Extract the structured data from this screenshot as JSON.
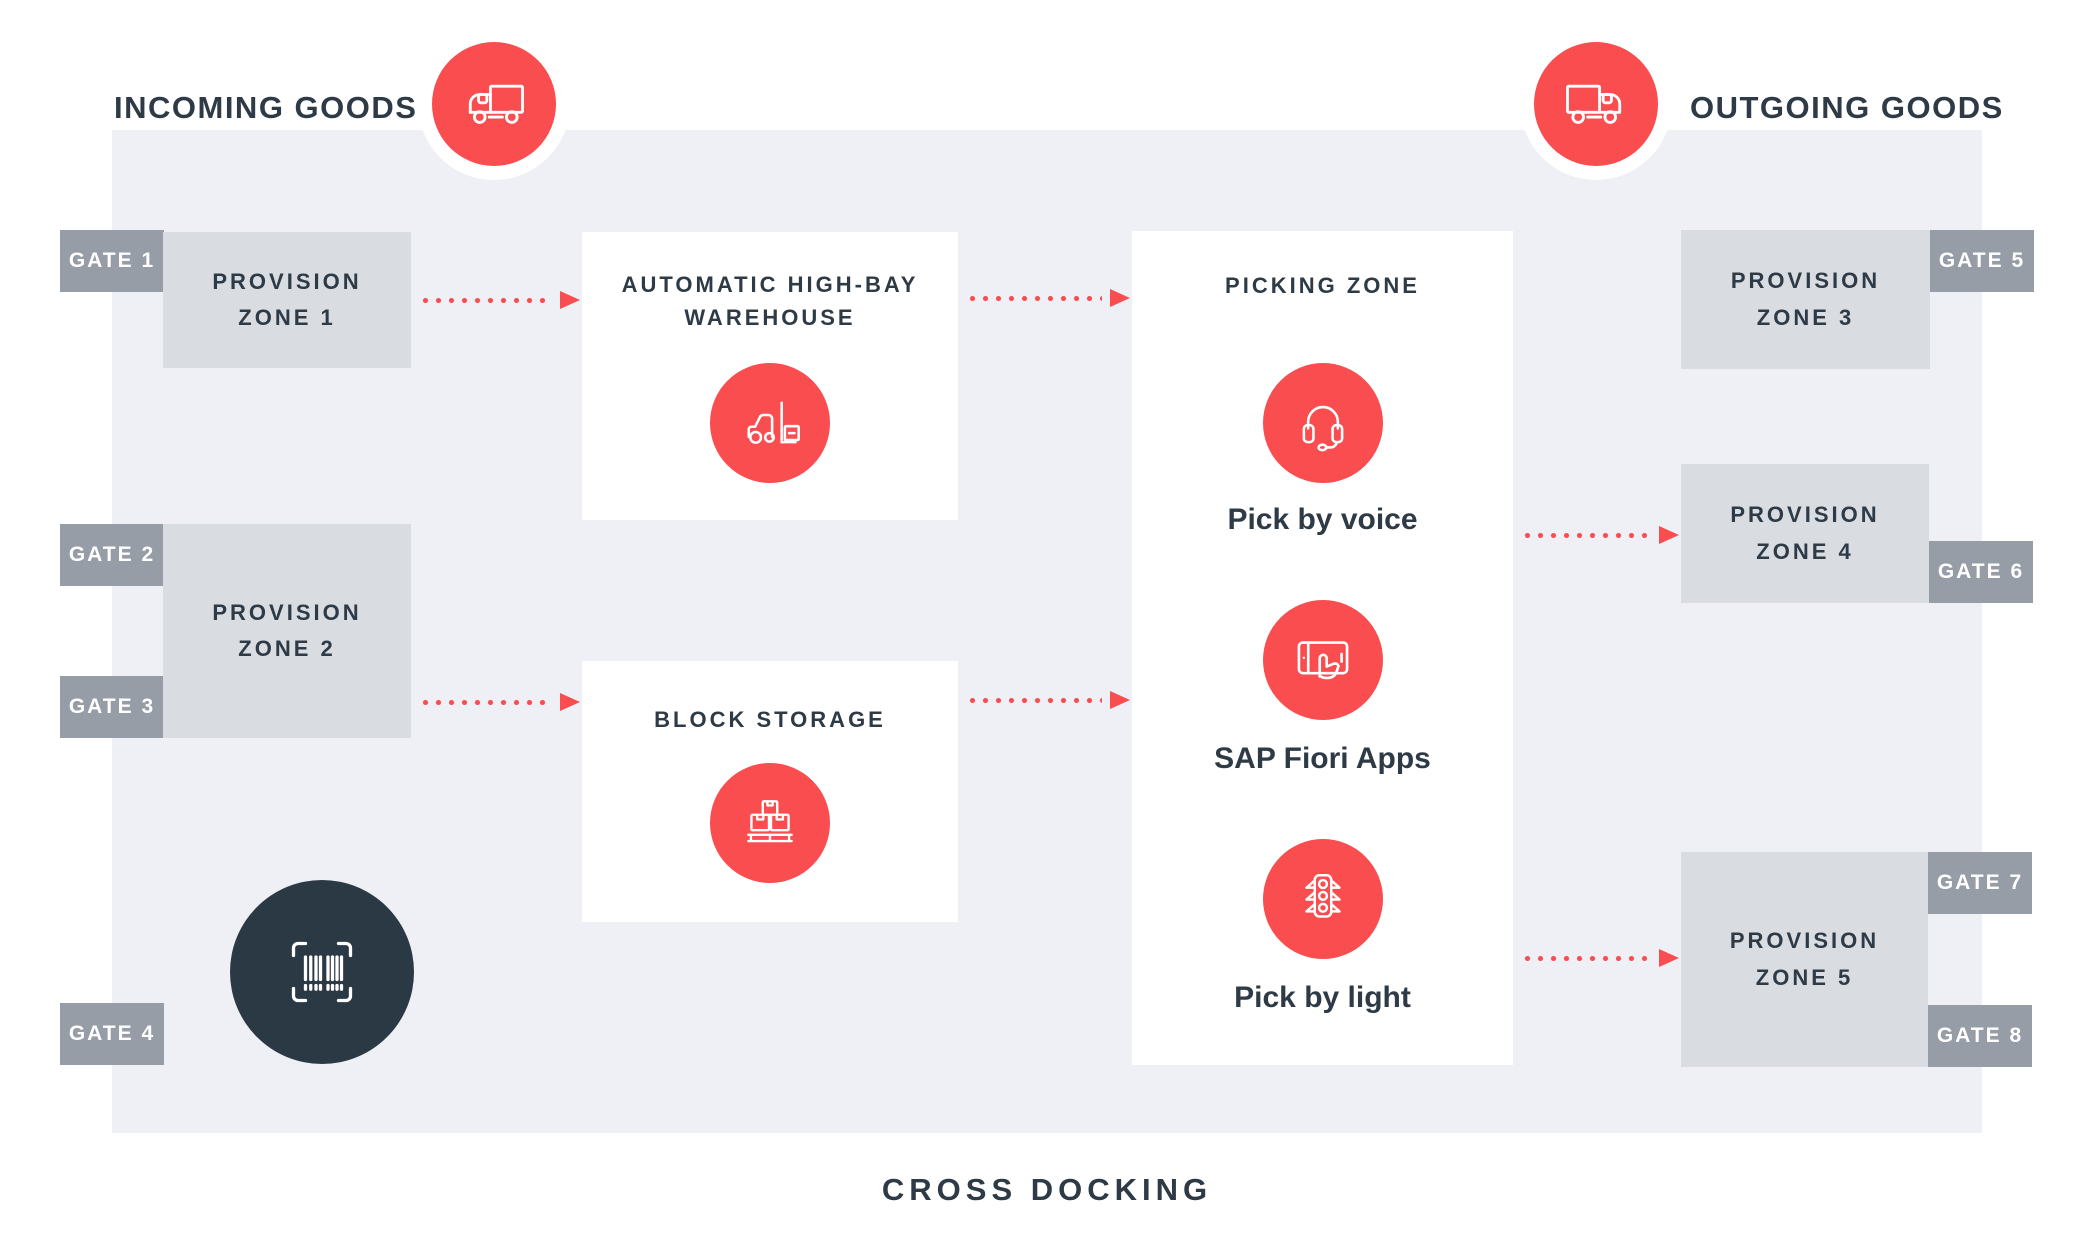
{
  "colors": {
    "accent_red": "#f94d4f",
    "dark_navy": "#2e3b47",
    "panel_bg": "#eef0f6",
    "zone_bg": "#d9dce1",
    "gate_bg": "#979da6",
    "dark_circle": "#2b3945"
  },
  "header": {
    "incoming": "INCOMING GOODS",
    "outgoing": "OUTGOING GOODS"
  },
  "gates": {
    "g1": "GATE 1",
    "g2": "GATE 2",
    "g3": "GATE 3",
    "g4": "GATE 4",
    "g5": "GATE 5",
    "g6": "GATE 6",
    "g7": "GATE 7",
    "g8": "GATE 8"
  },
  "zones": {
    "provision1": "PROVISION ZONE 1",
    "provision2": "PROVISION ZONE 2",
    "provision3": "PROVISION ZONE 3",
    "provision4": "PROVISION ZONE 4",
    "provision5": "PROVISION ZONE 5",
    "high_bay": "AUTOMATIC HIGH-BAY WAREHOUSE",
    "block_storage": "BLOCK STORAGE",
    "picking": "PICKING ZONE"
  },
  "picking_items": [
    {
      "label": "Pick by voice",
      "icon": "headset-icon"
    },
    {
      "label": "SAP Fiori Apps",
      "icon": "tablet-touch-icon"
    },
    {
      "label": "Pick by light",
      "icon": "traffic-light-icon"
    }
  ],
  "icons": {
    "incoming": "truck-left-icon",
    "outgoing": "truck-right-icon",
    "high_bay": "forklift-icon",
    "block_storage": "pallet-boxes-icon",
    "scanner": "barcode-scan-icon"
  },
  "flows": [
    {
      "from": "provision-zone-1",
      "to": "automatic-high-bay-warehouse"
    },
    {
      "from": "automatic-high-bay-warehouse",
      "to": "picking-zone"
    },
    {
      "from": "provision-zone-2",
      "to": "block-storage"
    },
    {
      "from": "block-storage",
      "to": "picking-zone"
    },
    {
      "from": "picking-zone",
      "to": "provision-zone-4"
    },
    {
      "from": "picking-zone",
      "to": "provision-zone-5"
    }
  ],
  "footer": {
    "cross_docking": "CROSS DOCKING"
  }
}
